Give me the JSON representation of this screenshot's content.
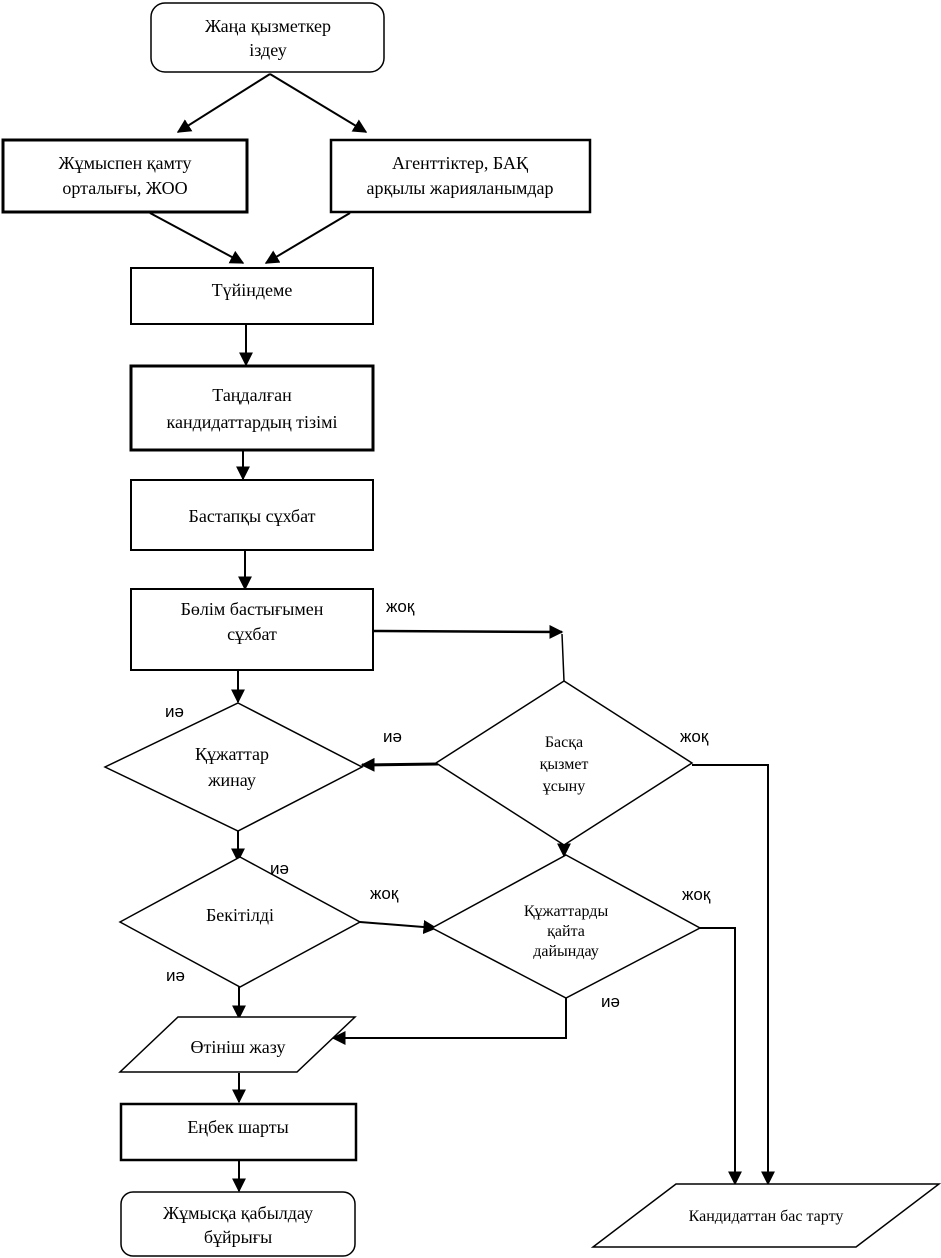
{
  "diagram": {
    "type": "flowchart",
    "nodes": {
      "start": {
        "shape": "rounded-rect",
        "lines": [
          "Жаңа қызметкер",
          "іздеу"
        ]
      },
      "employment_center": {
        "shape": "rect",
        "lines": [
          "Жұмыспен қамту",
          "орталығы, ЖОО"
        ]
      },
      "agencies_media": {
        "shape": "rect",
        "lines": [
          "Агенттіктер, БАҚ",
          "арқылы жарияланымдар"
        ]
      },
      "resume": {
        "shape": "rect",
        "lines": [
          "Түйіндеме"
        ]
      },
      "shortlist": {
        "shape": "rect",
        "lines": [
          "Таңдалған",
          "кандидаттардың тізімі"
        ]
      },
      "initial_interview": {
        "shape": "rect",
        "lines": [
          "Бастапқы сұхбат"
        ]
      },
      "head_interview": {
        "shape": "rect",
        "lines": [
          "Бөлім бастығымен",
          "сұхбат"
        ]
      },
      "collect_docs": {
        "shape": "diamond",
        "lines": [
          "Құжаттар",
          "жинау"
        ]
      },
      "offer_other_job": {
        "shape": "diamond",
        "lines": [
          "Басқа",
          "қызмет",
          "ұсыну"
        ]
      },
      "approved": {
        "shape": "diamond",
        "lines": [
          "Бекітілді"
        ]
      },
      "redo_docs": {
        "shape": "diamond",
        "lines": [
          "Құжаттарды",
          "қайта",
          "дайындау"
        ]
      },
      "write_application": {
        "shape": "parallelogram",
        "lines": [
          "Өтініш жазу"
        ]
      },
      "labor_contract": {
        "shape": "rect",
        "lines": [
          "Еңбек шарты"
        ]
      },
      "hiring_order": {
        "shape": "rounded-rect",
        "lines": [
          "Жұмысқа қабылдау",
          "бұйрығы"
        ]
      },
      "reject_candidate": {
        "shape": "parallelogram",
        "lines": [
          "Кандидаттан бас тарту"
        ]
      }
    },
    "edges": [
      {
        "from": "start",
        "to": "employment_center",
        "label": ""
      },
      {
        "from": "start",
        "to": "agencies_media",
        "label": ""
      },
      {
        "from": "employment_center",
        "to": "resume",
        "label": ""
      },
      {
        "from": "agencies_media",
        "to": "resume",
        "label": ""
      },
      {
        "from": "resume",
        "to": "shortlist",
        "label": ""
      },
      {
        "from": "shortlist",
        "to": "initial_interview",
        "label": ""
      },
      {
        "from": "initial_interview",
        "to": "head_interview",
        "label": ""
      },
      {
        "from": "head_interview",
        "to": "collect_docs",
        "label": "иә"
      },
      {
        "from": "head_interview",
        "to": "offer_other_job",
        "label": "жоқ"
      },
      {
        "from": "offer_other_job",
        "to": "collect_docs",
        "label": "иә"
      },
      {
        "from": "offer_other_job",
        "to": "reject_candidate",
        "label": "жоқ"
      },
      {
        "from": "offer_other_job",
        "to": "redo_docs",
        "label": ""
      },
      {
        "from": "collect_docs",
        "to": "approved",
        "label": "иә"
      },
      {
        "from": "approved",
        "to": "redo_docs",
        "label": "жоқ"
      },
      {
        "from": "approved",
        "to": "write_application",
        "label": "иә"
      },
      {
        "from": "redo_docs",
        "to": "write_application",
        "label": "иә"
      },
      {
        "from": "redo_docs",
        "to": "reject_candidate",
        "label": "жоқ"
      },
      {
        "from": "write_application",
        "to": "labor_contract",
        "label": ""
      },
      {
        "from": "labor_contract",
        "to": "hiring_order",
        "label": ""
      }
    ],
    "labels": {
      "yes": "иә",
      "no": "жоқ"
    }
  }
}
